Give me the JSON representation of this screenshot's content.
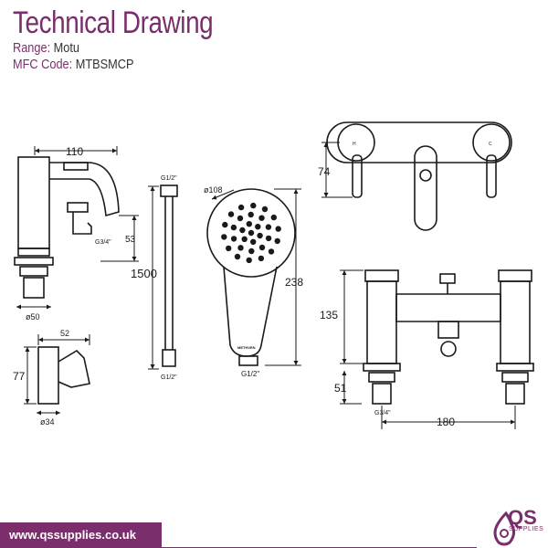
{
  "header": {
    "title": "Technical Drawing",
    "range_label": "Range:",
    "range_value": "Motu",
    "mfc_label": "MFC Code:",
    "mfc_value": "MTBSMCP"
  },
  "dimensions": {
    "spout_reach": "110",
    "spout_height": "53",
    "spout_thread": "G3/4\"",
    "base_diameter": "ø50",
    "hose_top_thread": "G1/2\"",
    "hose_length": "1500",
    "hose_bottom_thread": "G1/2\"",
    "handset_diameter": "ø108",
    "handset_length": "238",
    "handset_thread": "G1/2\"",
    "holder_depth": "52",
    "holder_height": "77",
    "holder_diameter": "ø34",
    "top_view_depth": "74",
    "mixer_height": "135",
    "mixer_base_height": "51",
    "mixer_thread": "G3/4\"",
    "mixer_centres": "180"
  },
  "handle_labels": {
    "hot": "H",
    "cold": "C"
  },
  "handset_brand": "METHVEN",
  "footer": {
    "url": "www.qssupplies.co.uk",
    "logo_text": "QS",
    "logo_sub": "SUPPLIES"
  },
  "colors": {
    "brand": "#7a2e6c",
    "line": "#1a1a1a"
  }
}
